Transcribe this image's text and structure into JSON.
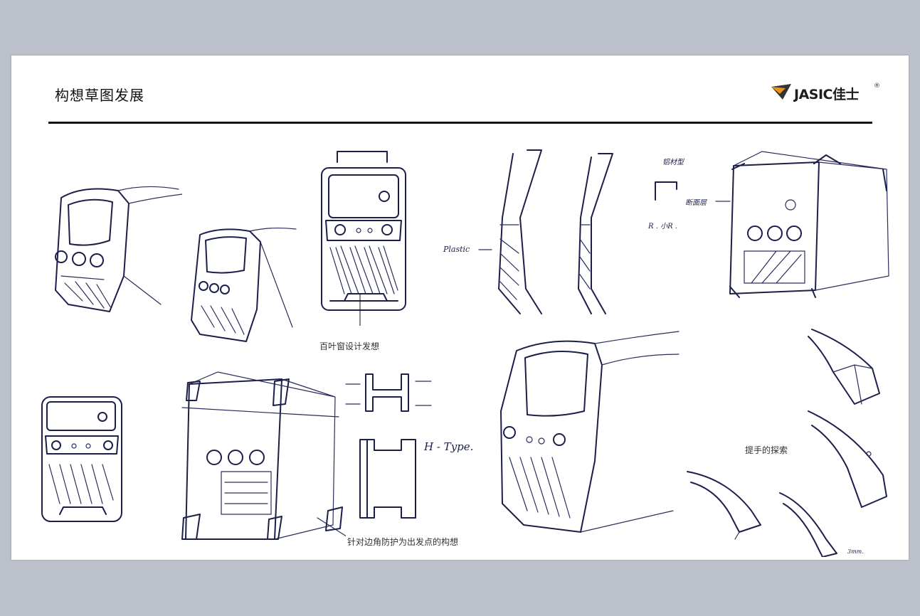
{
  "page": {
    "title": "构想草图发展",
    "brand": {
      "name": "JASIC佳士",
      "registered": "®",
      "colors": {
        "mark_orange": "#e8941a",
        "mark_dark": "#333333"
      }
    }
  },
  "annotations": {
    "louver": "百叶窗设计发想",
    "corner": "针对边角防护为出发点的构想",
    "handle": "提手的探索"
  },
  "handwriting": {
    "plastic": "Plastic",
    "h_type": "H - Type.",
    "aluminum": "铝材型",
    "radius": "R . 小R .",
    "section": "断面层",
    "dimension": "3mm."
  },
  "colors": {
    "background": "#bcc0cb",
    "paper": "#ffffff",
    "ink": "#1c1f4a"
  }
}
